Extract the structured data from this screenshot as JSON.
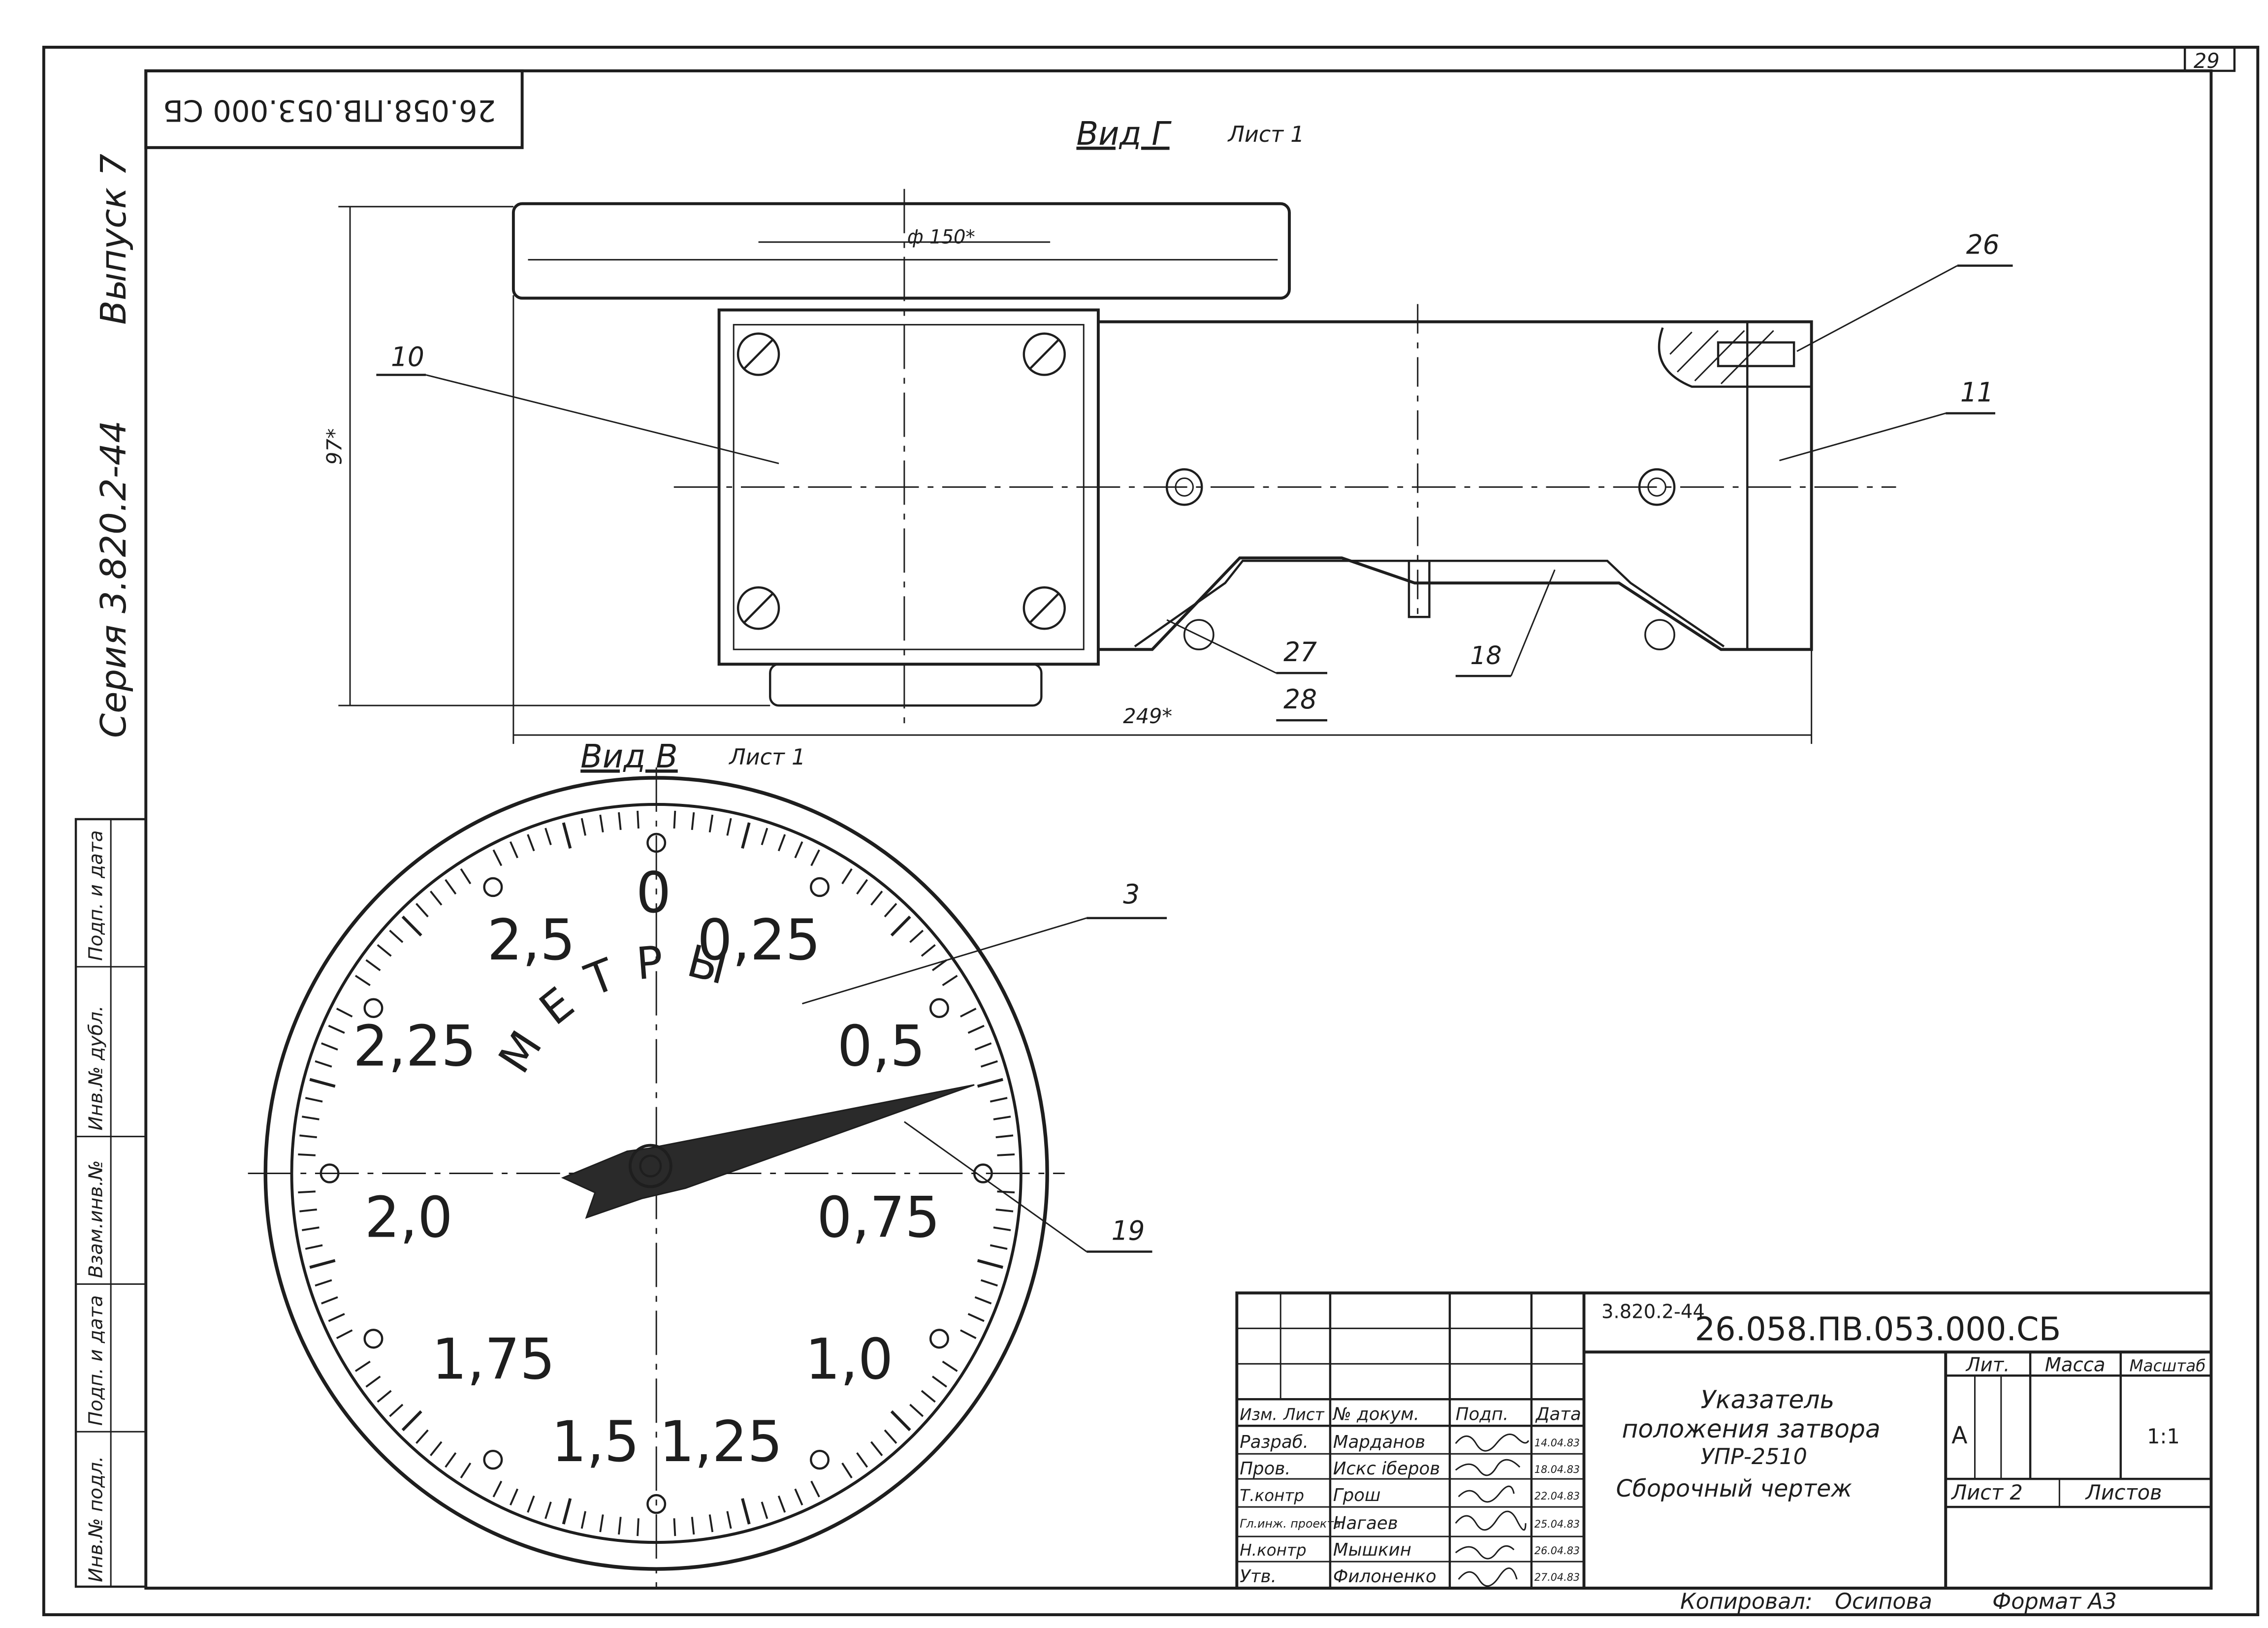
{
  "sheet_number": "29",
  "rotated_stamp": "26.058.ПВ.053.000 СБ",
  "side_margin": {
    "series": "Серия 3.820.2-44",
    "issue": "Выпуск 7"
  },
  "left_strip": [
    "Инв.№ подл.",
    "Подп. и дата",
    "Взам.инв.№",
    "Инв.№ дубл.",
    "Подп. и дата"
  ],
  "view_g": {
    "title": "Вид Г",
    "sheet_ref": "Лист 1",
    "dim_diameter": "ф 150*",
    "dim_height": "97*",
    "dim_length": "249*",
    "callouts": [
      "10",
      "11",
      "18",
      "26",
      "27",
      "28"
    ]
  },
  "view_v": {
    "title": "Вид В",
    "sheet_ref": "Лист 1",
    "dial_word": "МЕТРЫ",
    "scale_labels": [
      "0",
      "0,25",
      "0,5",
      "0,75",
      "1,0",
      "1,25",
      "1,5",
      "1,75",
      "2,0",
      "2,25",
      "2,5"
    ],
    "callouts": [
      "3",
      "19"
    ]
  },
  "title_block": {
    "doc_code_prefix": "3.820.2-44",
    "doc_code": "26.058.ПВ.053.000.СБ",
    "name_line1": "Указатель",
    "name_line2": "положения затвора",
    "name_line3": "УПР-2510",
    "doc_type": "Сборочный чертеж",
    "col_headers": [
      "Изм.",
      "Лист",
      "№ докум.",
      "Подп.",
      "Дата"
    ],
    "rows": [
      {
        "role": "Разраб.",
        "name": "Марданов",
        "date": "14.04.83"
      },
      {
        "role": "Пров.",
        "name": "Искс іберов",
        "date": "18.04.83"
      },
      {
        "role": "Т.контр",
        "name": "Грош",
        "date": "22.04.83"
      },
      {
        "role": "Гл.инж. проекта",
        "name": "Нагаев",
        "date": "25.04.83"
      },
      {
        "role": "Н.контр",
        "name": "Мышкин",
        "date": "26.04.83"
      },
      {
        "role": "Утв.",
        "name": "Филоненко",
        "date": "27.04.83"
      }
    ],
    "lit_header": "Лит.",
    "mass_header": "Масса",
    "scale_header": "Масштаб",
    "lit_value": "А",
    "scale_value": "1:1",
    "sheet_label": "Лист 2",
    "sheets_label": "Листов"
  },
  "footer": {
    "copied": "Копировал:",
    "copied_name": "Осипова",
    "format": "Формат А3"
  }
}
